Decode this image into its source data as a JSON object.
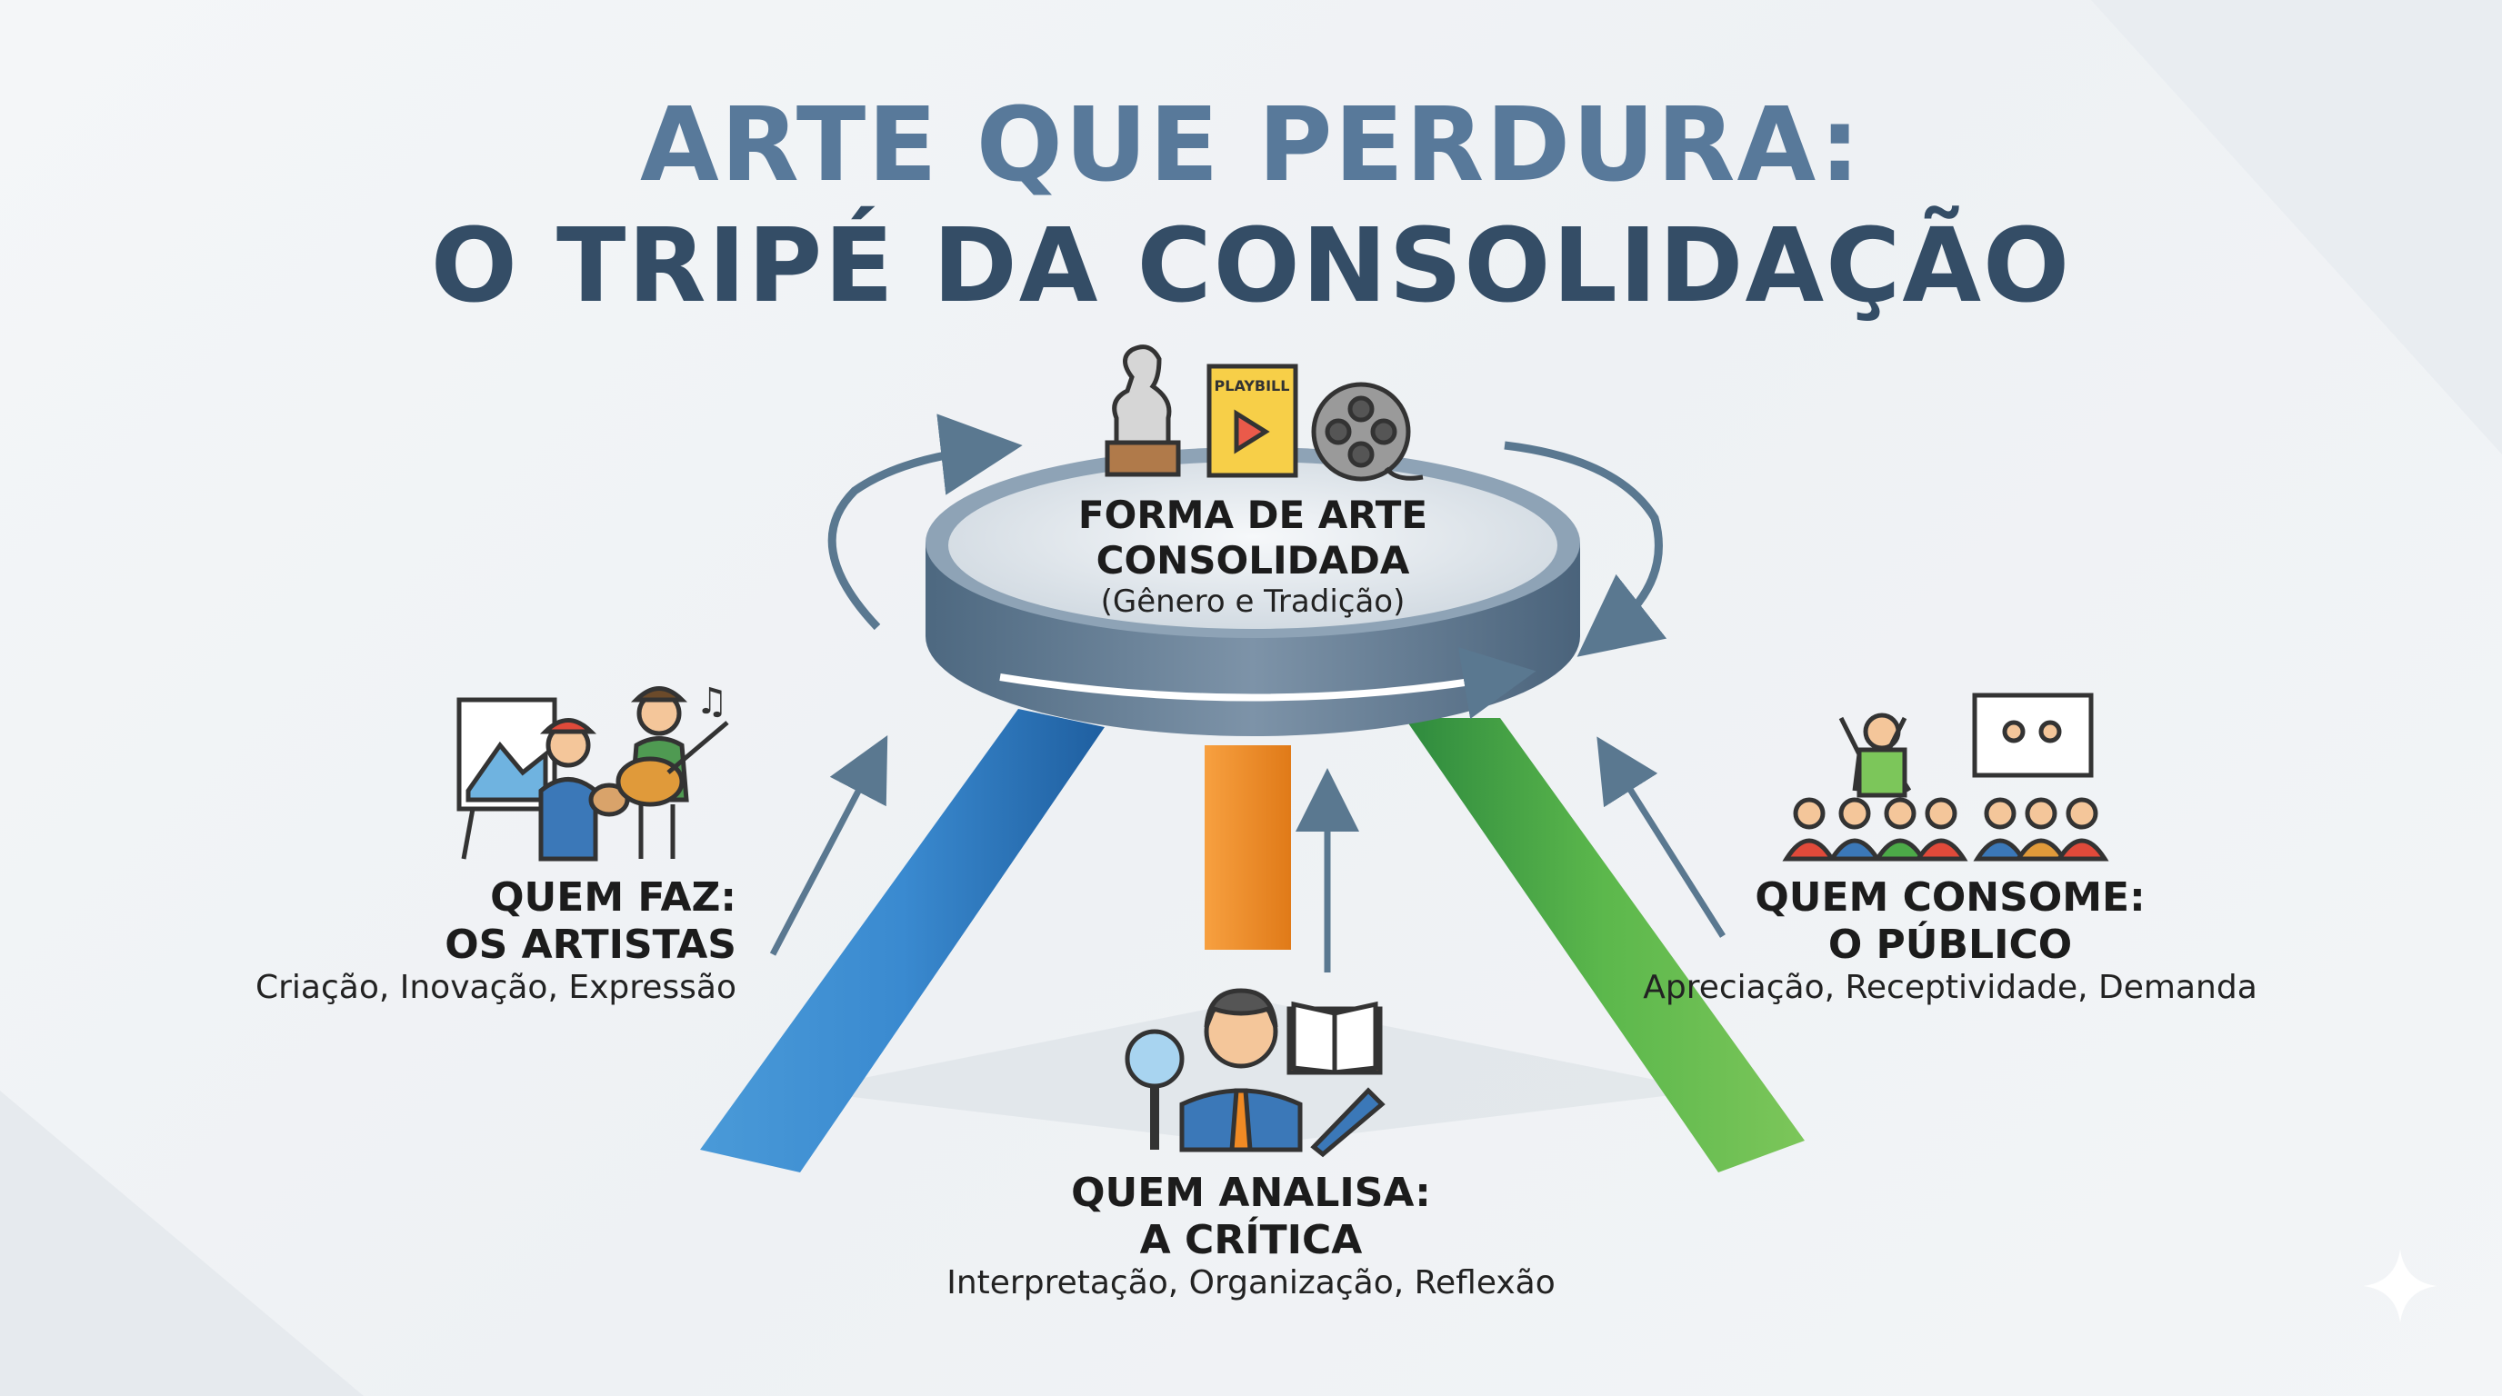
{
  "title": {
    "line1": "ARTE QUE PERDURA:",
    "line2": "O TRIPÉ DA CONSOLIDAÇÃO"
  },
  "seat": {
    "heading_line1": "FORMA DE ARTE",
    "heading_line2": "CONSOLIDADA",
    "subtitle": "(Gênero e Tradição)",
    "icons": [
      "bust-icon",
      "playbill-icon",
      "film-reel-icon"
    ],
    "playbill_label": "PLAYBILL"
  },
  "artists": {
    "heading_line1": "QUEM FAZ:",
    "heading_line2": "OS ARTISTAS",
    "subtitle": "Criação, Inovação, Expressão",
    "color": "#2f7fc4"
  },
  "critics": {
    "heading_line1": "QUEM ANALISA:",
    "heading_line2": "A CRÍTICA",
    "subtitle": "Interpretação, Organização, Reflexão",
    "color": "#f08a24"
  },
  "audience": {
    "heading_line1": "QUEM CONSOME:",
    "heading_line2": "O PÚBLICO",
    "subtitle": "Apreciação, Receptividade, Demanda",
    "color": "#4caa48"
  }
}
